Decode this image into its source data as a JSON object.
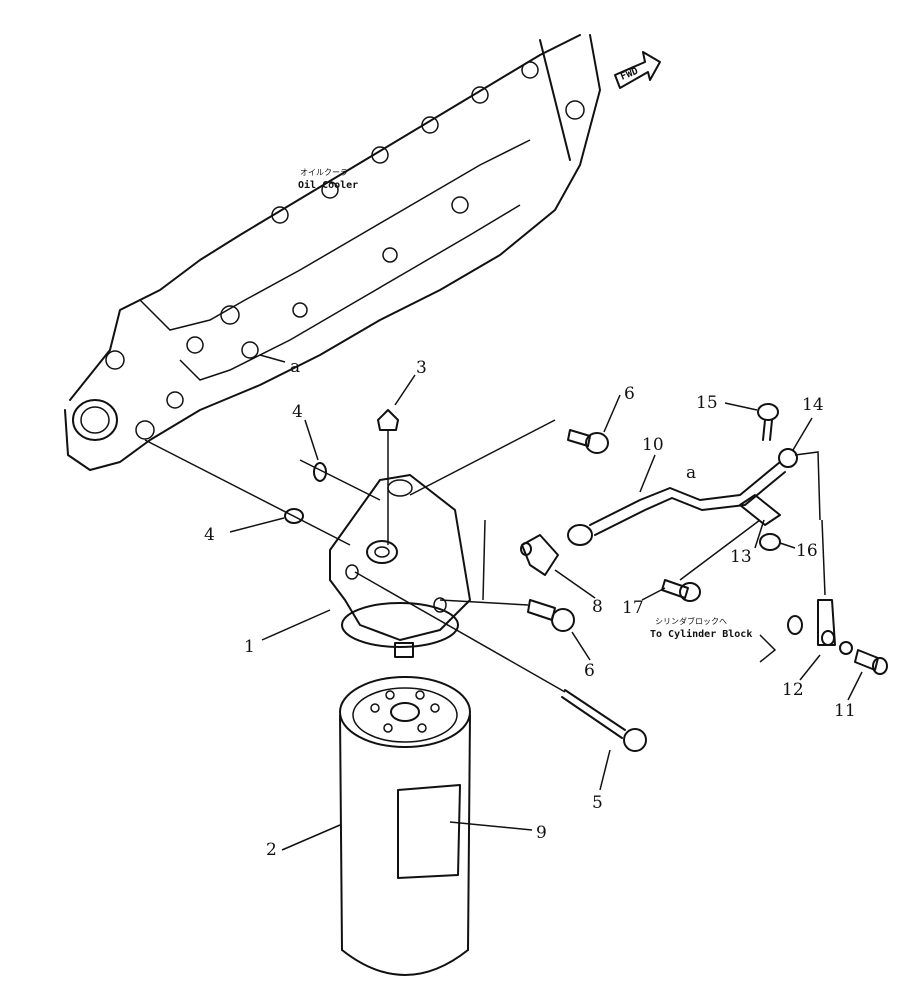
{
  "diagram": {
    "fwd_label": "FWD",
    "oil_cooler": {
      "jp": "オイルクーラ",
      "en": "Oil Cooler"
    },
    "to_cylinder_block": {
      "jp": "シリンダブロックへ",
      "en": "To Cylinder Block"
    },
    "ref_a": "a",
    "parts": [
      {
        "no": "1"
      },
      {
        "no": "2"
      },
      {
        "no": "3"
      },
      {
        "no": "4"
      },
      {
        "no": "4"
      },
      {
        "no": "5"
      },
      {
        "no": "6"
      },
      {
        "no": "6"
      },
      {
        "no": "8"
      },
      {
        "no": "9"
      },
      {
        "no": "10"
      },
      {
        "no": "11"
      },
      {
        "no": "12"
      },
      {
        "no": "13"
      },
      {
        "no": "14"
      },
      {
        "no": "15"
      },
      {
        "no": "16"
      },
      {
        "no": "17"
      }
    ]
  }
}
